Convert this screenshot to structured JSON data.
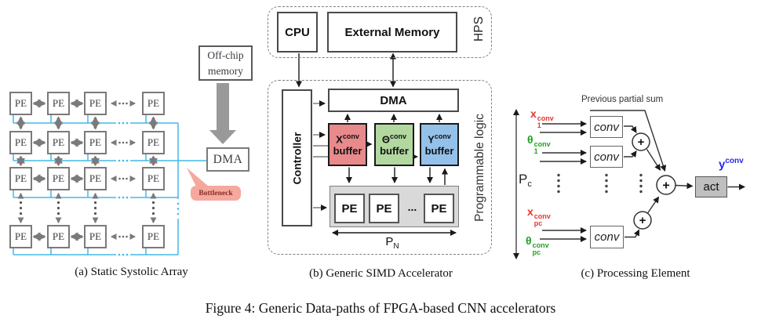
{
  "figure": {
    "title": "Figure 4: Generic Data-paths of FPGA-based CNN accelerators"
  },
  "panel_a": {
    "caption": "(a) Static Systolic Array",
    "pe": "PE",
    "offchip_line1": "Off-chip",
    "offchip_line2": "memory",
    "dma": "DMA",
    "bottleneck": "Bottleneck"
  },
  "panel_b": {
    "caption": "(b) Generic SIMD Accelerator",
    "cpu": "CPU",
    "external_memory": "External Memory",
    "hps": "HPS",
    "controller": "Controller",
    "dma": "DMA",
    "programmable_logic": "Programmable logic",
    "buffers": [
      {
        "letter": "X",
        "sup": "conv",
        "word": "buffer"
      },
      {
        "letter": "Θ",
        "sup": "conv",
        "word": "buffer"
      },
      {
        "letter": "Y",
        "sup": "conv",
        "word": "buffer"
      }
    ],
    "pe": "PE",
    "ellipsis": "...",
    "pn": {
      "base": "P",
      "sub": "N"
    }
  },
  "panel_c": {
    "caption": "(c) Processing Element",
    "previous_partial_sum": "Previous partial sum",
    "conv": "conv",
    "act": "act",
    "plus": "+",
    "pc": {
      "base": "P",
      "sub": "c"
    },
    "in1": {
      "base": "x",
      "sub": "1",
      "sup": "conv"
    },
    "in2": {
      "base": "θ",
      "sub": "1",
      "sup": "conv"
    },
    "in3": {
      "base": "x",
      "sub": "pc",
      "sup": "conv"
    },
    "in4": {
      "base": "θ",
      "sub": "pc",
      "sup": "conv"
    },
    "out": {
      "base": "y",
      "sup": "conv"
    }
  },
  "colors": {
    "wire_blue": "#45b8e8",
    "arrow_gray": "#7a7a7a",
    "buffer_x": "#e8898b",
    "buffer_theta": "#b2d8a0",
    "buffer_y": "#94c1e9",
    "callout_bg": "#f5a89d",
    "callout_text": "#8b2e26",
    "input_red": "#e8352b",
    "weight_green": "#21a121",
    "output_blue": "#2727ee",
    "block_gray": "#bfbfbf"
  }
}
